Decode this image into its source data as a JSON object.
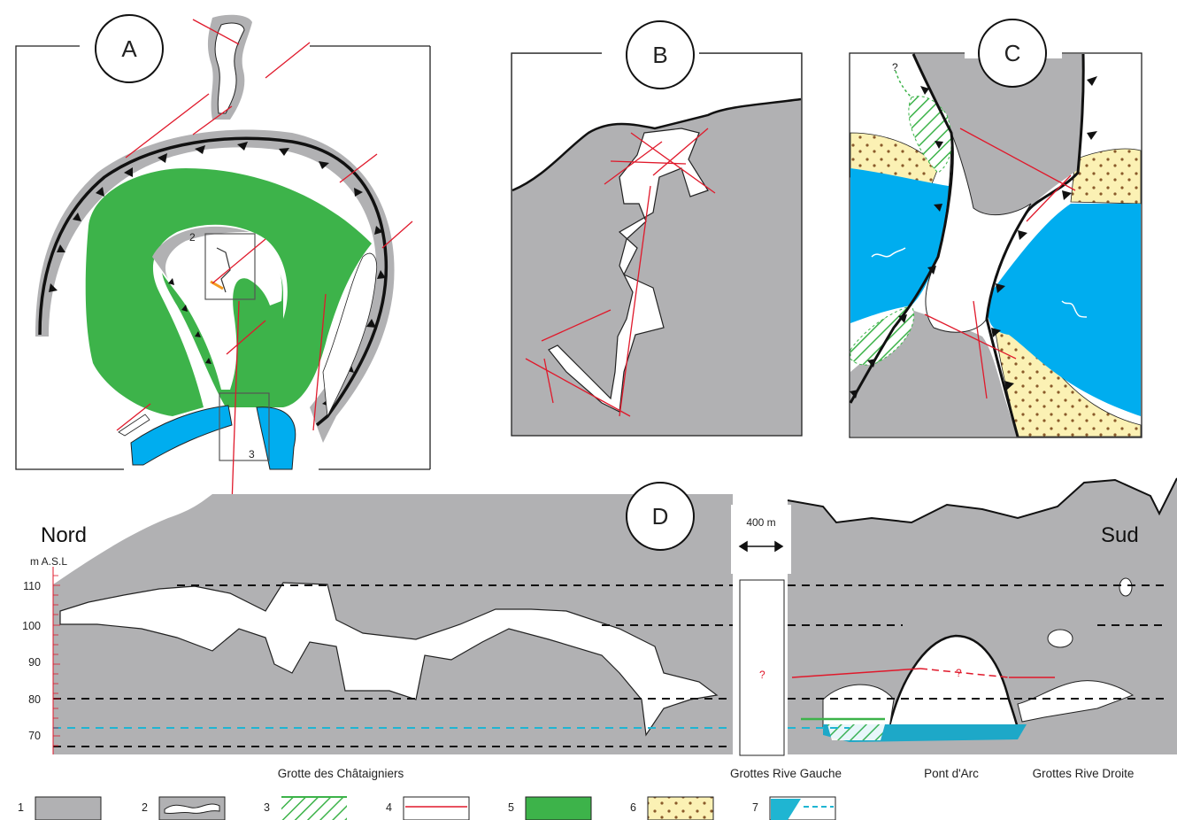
{
  "panels": {
    "a": {
      "letter": "A",
      "inset_2": "2",
      "inset_3": "3"
    },
    "b": {
      "letter": "B"
    },
    "c": {
      "letter": "C",
      "question": "?"
    },
    "d": {
      "letter": "D",
      "scale": "400 m",
      "question": "?",
      "question2": "?"
    }
  },
  "section": {
    "north": "Nord",
    "south": "Sud",
    "unit": "m A.S.L",
    "ticks": [
      "110",
      "100",
      "90",
      "80",
      "70"
    ],
    "places": [
      "Grotte des Châtaigniers",
      "Grottes Rive Gauche",
      "Pont d'Arc",
      "Grottes Rive Droite"
    ]
  },
  "legend": [
    {
      "num": "1",
      "kind": "grey-fill"
    },
    {
      "num": "2",
      "kind": "cave-outline"
    },
    {
      "num": "3",
      "kind": "green-hatch"
    },
    {
      "num": "4",
      "kind": "red-line"
    },
    {
      "num": "5",
      "kind": "green-fill"
    },
    {
      "num": "6",
      "kind": "dotted-sand"
    },
    {
      "num": "7",
      "kind": "blue-water"
    }
  ],
  "colors": {
    "grey": "#b1b1b3",
    "green": "#3db34a",
    "blue": "#00adef",
    "sand": "#fbf1b4",
    "red": "#e0192b",
    "black": "#111111"
  }
}
